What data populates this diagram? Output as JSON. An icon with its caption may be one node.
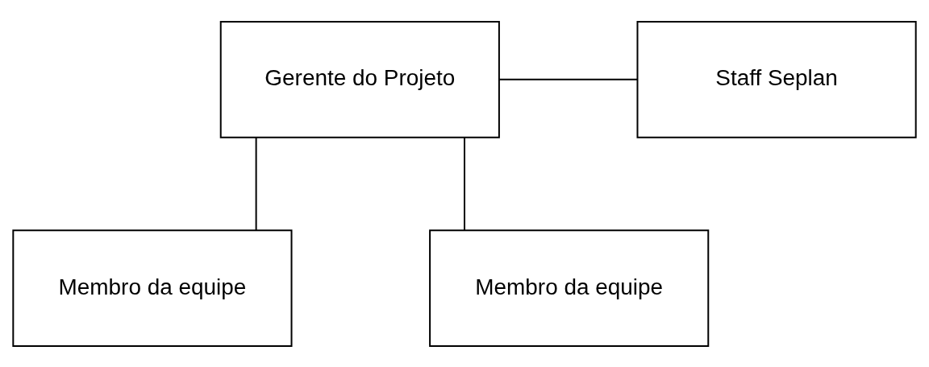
{
  "diagram": {
    "nodes": [
      {
        "text": [
          "Gerente do Projeto"
        ]
      },
      {
        "text": [
          "Staff Seplan"
        ]
      },
      {
        "text": [
          "Membro da equipe"
        ]
      },
      {
        "text": [
          "Membro da equipe"
        ]
      }
    ],
    "edges": [
      {
        "from": 0,
        "to": 1,
        "arrow": "none"
      },
      {
        "from": 0,
        "to": 2,
        "arrow": "none"
      },
      {
        "from": 0,
        "to": 3,
        "arrow": "none"
      }
    ]
  }
}
